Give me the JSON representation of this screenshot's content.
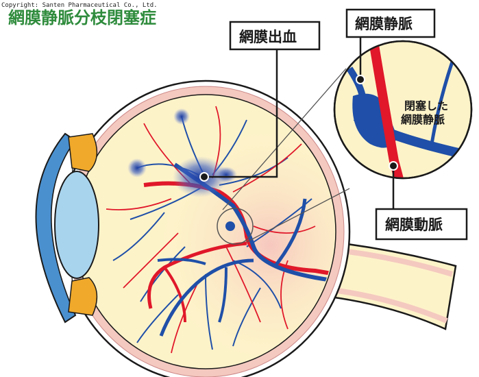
{
  "copyright": "Copyright: Santen Pharmaceutical Co., Ltd.",
  "title": "網膜静脈分枝閉塞症",
  "labels": {
    "hemorrhage": "網膜出血",
    "vein": "網膜静脈",
    "artery": "網膜動脈",
    "occluded_line1": "閉塞した",
    "occluded_line2": "網膜静脈"
  },
  "colors": {
    "title": "#2e8b3c",
    "vein": "#1f4fa8",
    "artery": "#e0182a",
    "fundus": "#fdf3c9",
    "sclera": "#f4c9bf",
    "cornea": "#4a90cf",
    "lens": "#a9d4ee",
    "iris": "#f0a92b"
  }
}
